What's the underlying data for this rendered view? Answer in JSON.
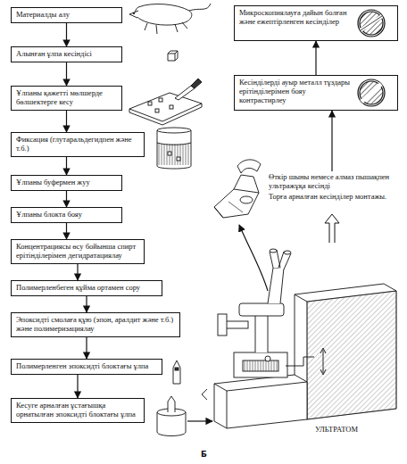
{
  "diagram": {
    "caption": "Б",
    "nodes": [
      {
        "text": [
          "Материалды алу"
        ]
      },
      {
        "text": [
          "Алынған ұлпа кесіндісі"
        ]
      },
      {
        "text": [
          "Ұлпаны қажетті мөлшерде бөлшектерге кесу"
        ]
      },
      {
        "text": [
          "Фиксация (глутаральдегидпен және т.б.)"
        ]
      },
      {
        "text": [
          "Ұлпаны буфермен жуу"
        ]
      },
      {
        "text": [
          "Ұлпаны блокта бояу"
        ]
      },
      {
        "text": [
          "Концентрациясы өсу бойынша спирт ерітінділерімен дегидратациялау"
        ]
      },
      {
        "text": [
          "Полимерленбеген құйма ортамен сору"
        ]
      },
      {
        "text": [
          "Эпоксидті смолаға құю (эпон, аралдит және т.б.) және полимеризациялау"
        ]
      },
      {
        "text": [
          "Полимерленген эпоксидті блоктағы ұлпа"
        ]
      },
      {
        "text": [
          "Кесуге арналған ұстағышқа орнатылған эпоксидті блоктағы ұлпа"
        ]
      },
      {
        "text": [
          "Өткір шыны немесе алмаз пышақпен ультражұқа кесінді",
          "Торға арналған кесінділер монтажы."
        ]
      },
      {
        "text": [
          "Кесінділерді ауыр металл тұздары ерітінділерімен бояу контрастирлеу"
        ]
      },
      {
        "text": [
          "Микроскопиялауға дайын болған және ежептірленген кесінділер"
        ]
      }
    ],
    "edges": [
      {
        "from": 0,
        "to": 1,
        "arrow": "to"
      },
      {
        "from": 1,
        "to": 2,
        "arrow": "to"
      },
      {
        "from": 2,
        "to": 3,
        "arrow": "to"
      },
      {
        "from": 3,
        "to": 4,
        "arrow": "to"
      },
      {
        "from": 4,
        "to": 5,
        "arrow": "to"
      },
      {
        "from": 5,
        "to": 6,
        "arrow": "to"
      },
      {
        "from": 6,
        "to": 7,
        "arrow": "to"
      },
      {
        "from": 7,
        "to": 8,
        "arrow": "to"
      },
      {
        "from": 8,
        "to": 9,
        "arrow": "to"
      },
      {
        "from": 9,
        "to": 10,
        "arrow": "to"
      },
      {
        "from": 11,
        "to": 12,
        "arrow": "to"
      },
      {
        "from": 12,
        "to": 13,
        "arrow": "to"
      }
    ],
    "labels": [
      "УЛЬТРАТОМ"
    ]
  }
}
